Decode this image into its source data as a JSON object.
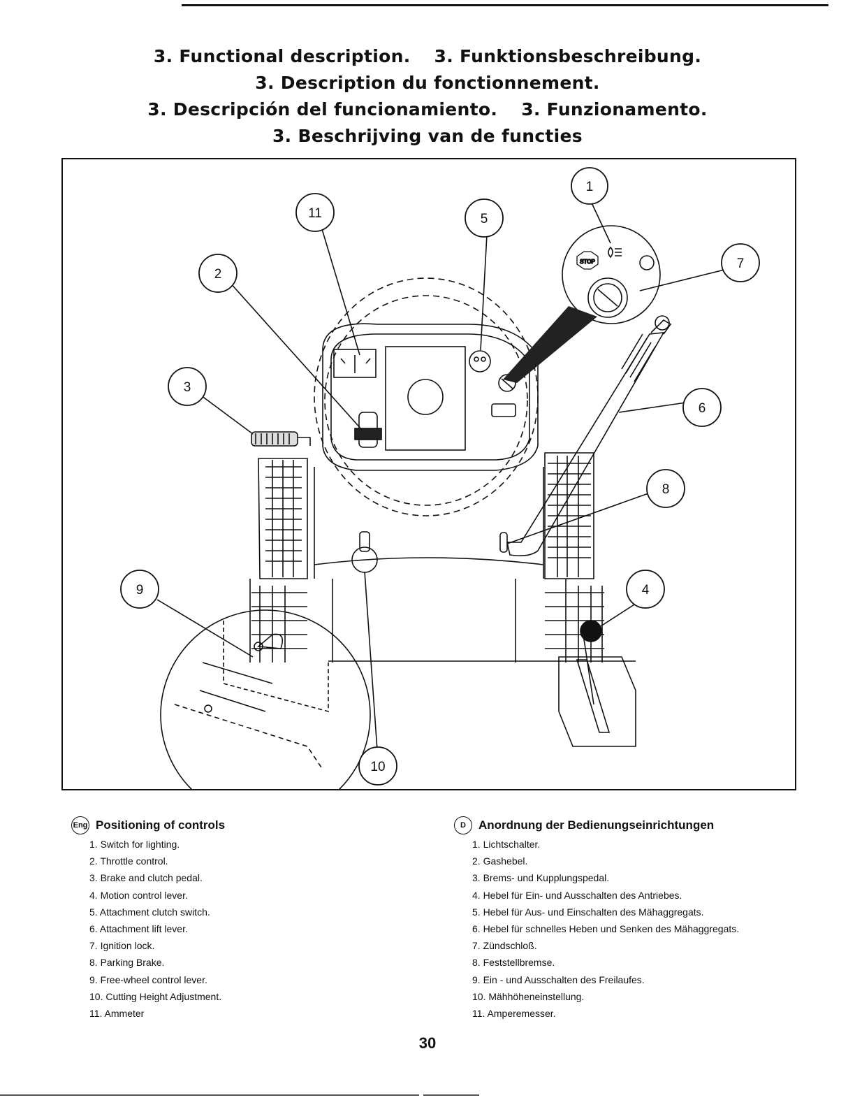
{
  "headings": [
    [
      "3. Functional description.",
      "3. Funktionsbeschreibung."
    ],
    [
      "3. Description du fonctionnement."
    ],
    [
      "3. Descripción del funcionamiento.",
      "3. Funzionamento."
    ],
    [
      "3. Beschrijving van de functies"
    ]
  ],
  "figure": {
    "callouts": [
      "1",
      "2",
      "3",
      "4",
      "5",
      "6",
      "7",
      "8",
      "9",
      "10",
      "11"
    ],
    "ignition_stop_label": "STOP"
  },
  "legend_en": {
    "badge": "Eng",
    "title": "Positioning of controls",
    "items": [
      "1. Switch for lighting.",
      "2. Throttle control.",
      "3. Brake and clutch pedal.",
      "4. Motion control lever.",
      "5. Attachment clutch switch.",
      "6. Attachment lift lever.",
      "7. Ignition lock.",
      "8. Parking Brake.",
      "9. Free-wheel control lever.",
      "10.  Cutting Height Adjustment.",
      "11.  Ammeter"
    ]
  },
  "legend_de": {
    "badge": "D",
    "title": "Anordnung der Bedienungseinrichtungen",
    "items": [
      "1. Lichtschalter.",
      "2. Gashebel.",
      "3. Brems- und Kupplungspedal.",
      "4. Hebel für Ein- und Ausschalten des Antriebes.",
      "5. Hebel für Aus- und Einschalten des Mähaggregats.",
      "6. Hebel für schnelles Heben und Senken des Mähaggregats.",
      "7. Zündschloß.",
      "8. Feststellbremse.",
      "9. Ein - und Ausschalten des Freilaufes.",
      "10.  Mähhöheneinstellung.",
      "11.  Amperemesser."
    ]
  },
  "page_number": "30"
}
